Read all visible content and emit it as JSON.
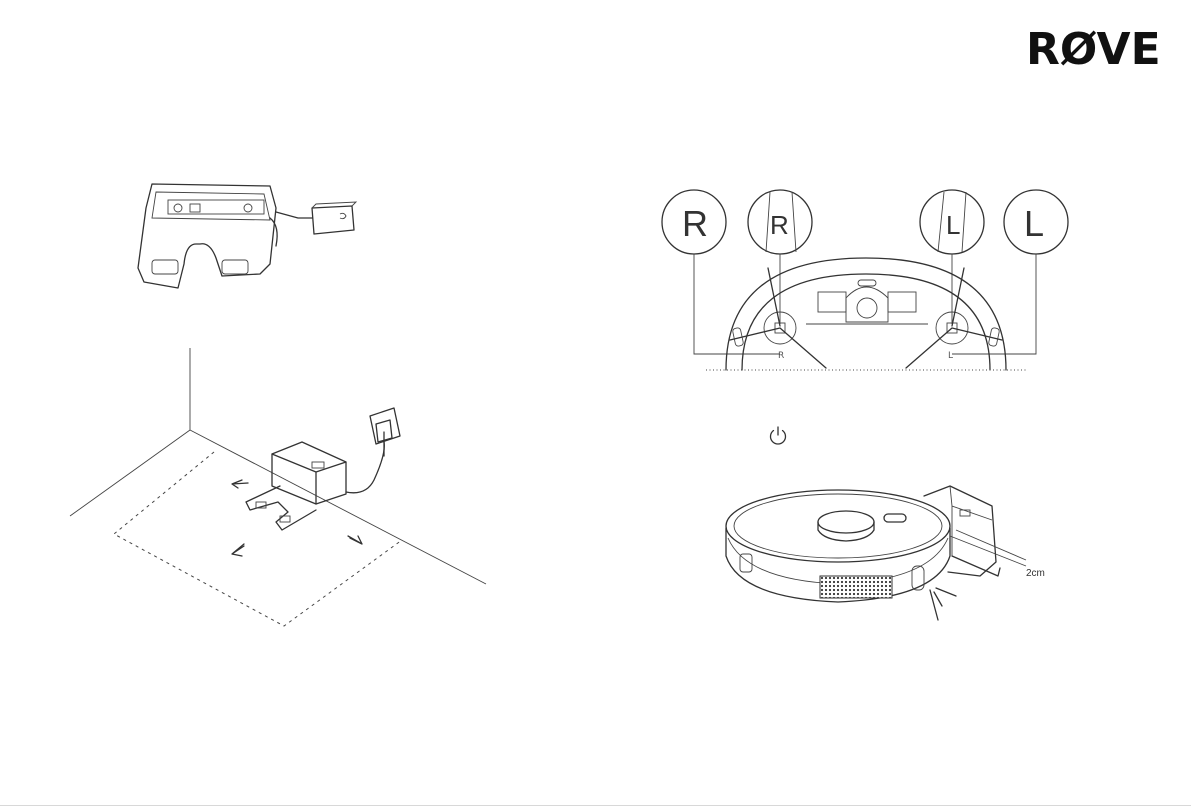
{
  "brand": {
    "logo_text": "RØVE"
  },
  "brushes": {
    "circle_labels": [
      "R",
      "R",
      "L",
      "L"
    ],
    "brush_tags": [
      "R",
      "L"
    ]
  },
  "power": {
    "icon": "power-icon"
  },
  "robot": {
    "distance_label": "2cm"
  }
}
